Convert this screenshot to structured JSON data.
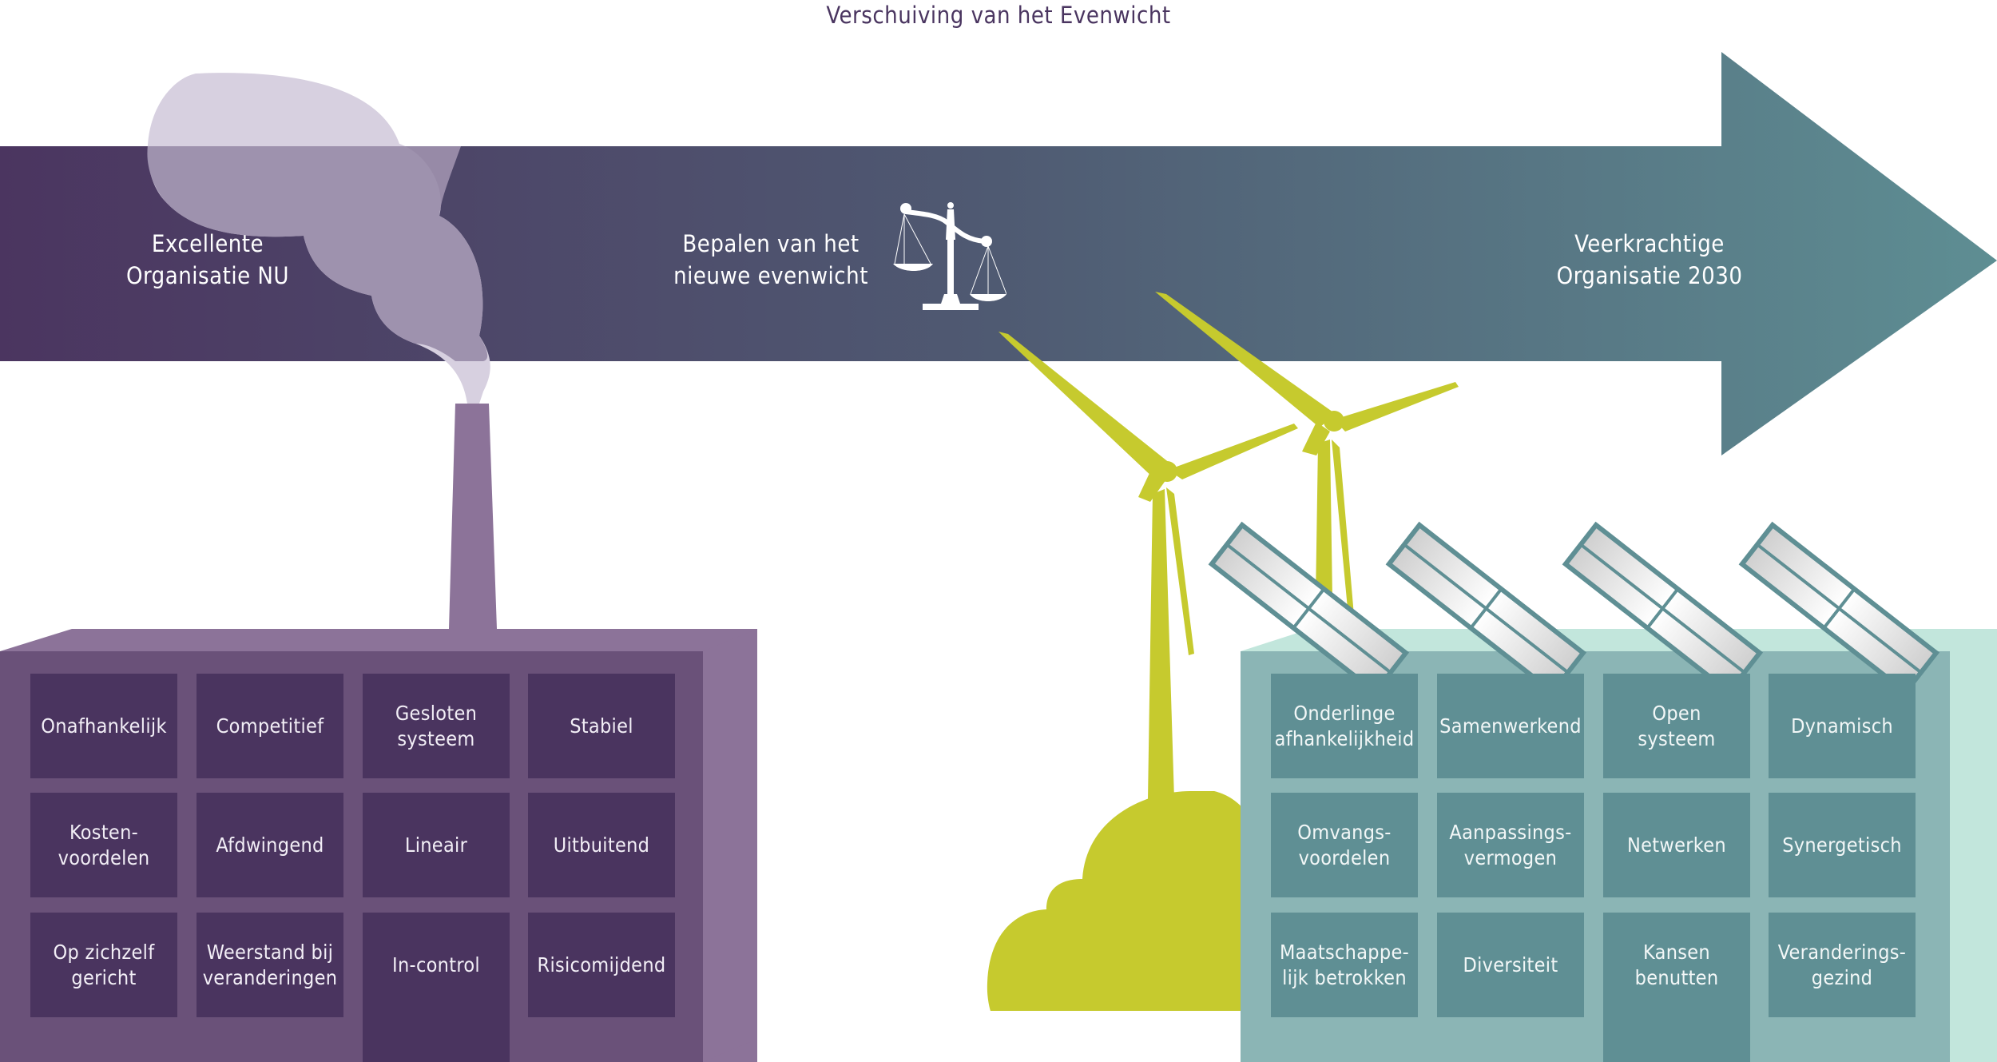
{
  "title": "Verschuiving van het Evenwicht",
  "arrow": {
    "start_label": "Excellente\nOrganisatie NU",
    "middle_label": "Bepalen van het\nnieuwe evenwicht",
    "end_label": "Veerkrachtige\nOrganisatie 2030",
    "middle_icon": "balance-scale-icon"
  },
  "colors": {
    "arrow_start": "#4b3560",
    "arrow_end": "#5e8e93",
    "old_building_front": "#6a5179",
    "old_building_top": "#8c7399",
    "old_cell": "#4a345f",
    "smoke_light": "#d7d0e0",
    "smoke_overlay": "#9b8eab",
    "new_building_front": "#8bb5b5",
    "new_building_top": "#c2e6dc",
    "new_cell": "#5f8f94",
    "wind_turbine": "#c6ca2e",
    "solar_frame": "#5f8f94",
    "title_text": "#4a3560"
  },
  "current_organisation": {
    "name": "old-factory",
    "traits": [
      "Onafhankelijk",
      "Competitief",
      "Gesloten\nsysteem",
      "Stabiel",
      "Kosten-\nvoordelen",
      "Afdwingend",
      "Lineair",
      "Uitbuitend",
      "Op zichzelf\ngericht",
      "Weerstand bij\nveranderingen",
      "In-control",
      "Risicomijdend"
    ]
  },
  "future_organisation": {
    "name": "new-factory",
    "traits": [
      "Onderlinge\nafhankelijkheid",
      "Samenwerkend",
      "Open\nsysteem",
      "Dynamisch",
      "Omvangs-\nvoordelen",
      "Aanpassings-\nvermogen",
      "Netwerken",
      "Synergetisch",
      "Maatschappe-\nlijk betrokken",
      "Diversiteit",
      "Kansen\nbenutten",
      "Veranderings-\ngezind"
    ]
  },
  "illustrations": [
    "smoke-cloud",
    "chimney",
    "wind-turbine",
    "wind-turbine",
    "solar-panel",
    "solar-panel",
    "solar-panel",
    "solar-panel",
    "green-tree"
  ]
}
